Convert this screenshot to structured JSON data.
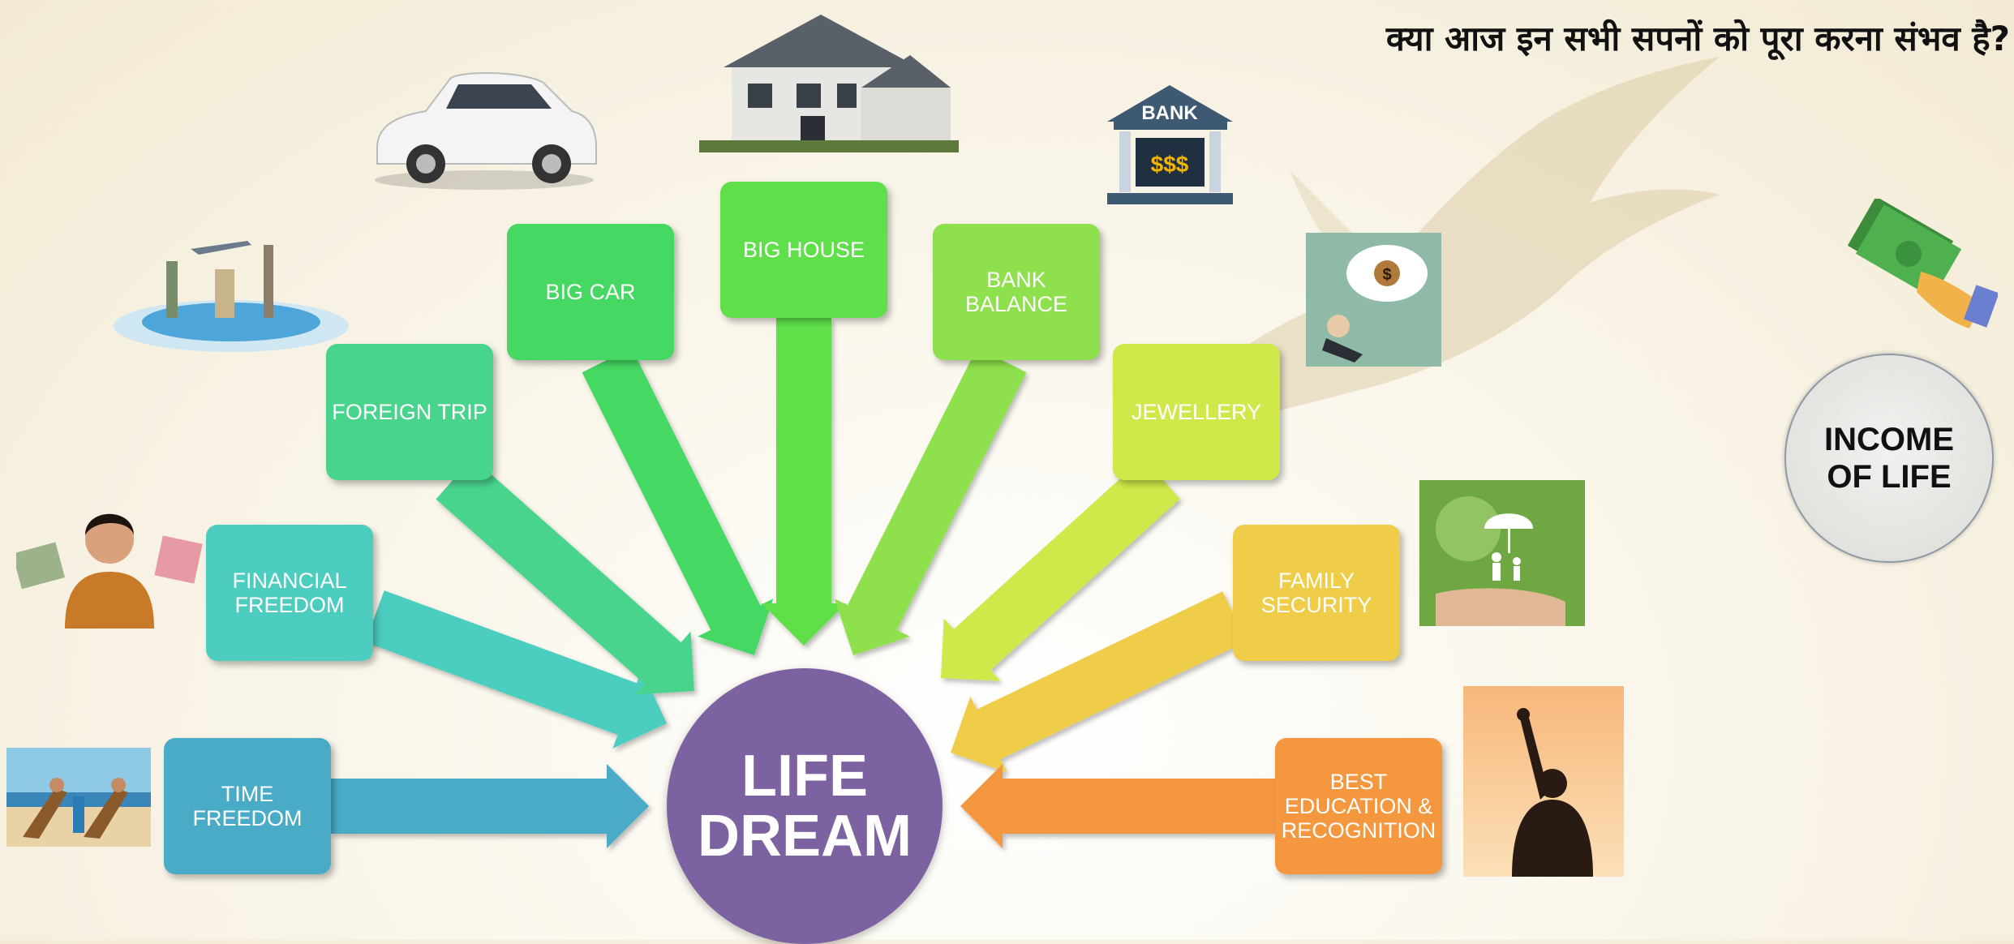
{
  "title": "क्या आज इन सभी सपनों को पूरा करना संभव है?",
  "center": {
    "label": "LIFE\nDREAM",
    "color": "#7d62a2"
  },
  "income": {
    "label": "INCOME\nOF LIFE"
  },
  "dreams": [
    {
      "key": "time-freedom",
      "label": "TIME\nFREEDOM",
      "color": "#4aabc7"
    },
    {
      "key": "financial-freedom",
      "label": "FINANCIAL\nFREEDOM",
      "color": "#4ccdbf"
    },
    {
      "key": "foreign-trip",
      "label": "FOREIGN TRIP",
      "color": "#49d48e"
    },
    {
      "key": "big-car",
      "label": "BIG CAR",
      "color": "#45d963"
    },
    {
      "key": "big-house",
      "label": "BIG HOUSE",
      "color": "#5fe04a"
    },
    {
      "key": "bank-balance",
      "label": "BANK\nBALANCE",
      "color": "#8fe04d"
    },
    {
      "key": "jewellery",
      "label": "JEWELLERY",
      "color": "#d0e84a"
    },
    {
      "key": "family-security",
      "label": "FAMILY\nSECURITY",
      "color": "#f0cd48"
    },
    {
      "key": "best-education",
      "label": "BEST\nEDUCATION &\nRECOGNITION",
      "color": "#f4973f"
    }
  ],
  "bank_sign": {
    "label": "BANK",
    "money": "$$$"
  }
}
